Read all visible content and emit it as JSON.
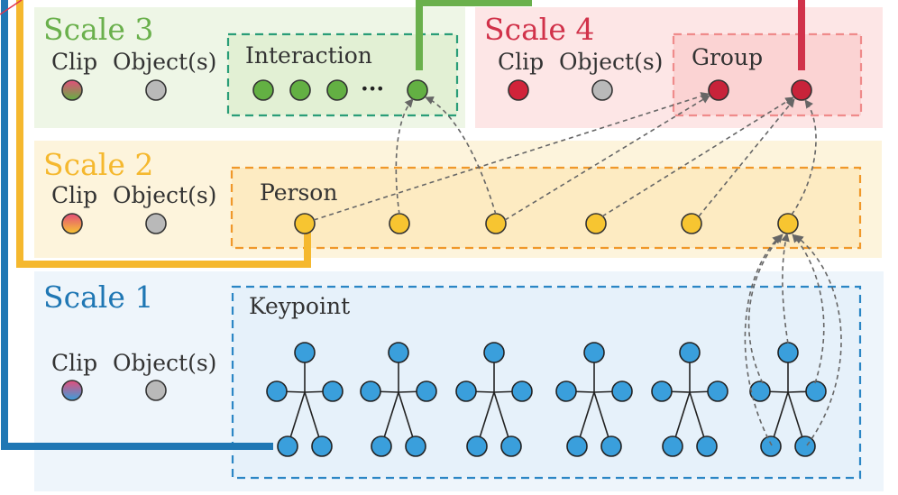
{
  "scales": {
    "s1": {
      "title": "Scale 1",
      "clip": "Clip",
      "objects": "Object(s)",
      "group_label": "Keypoint",
      "color": "#1f77b4"
    },
    "s2": {
      "title": "Scale 2",
      "clip": "Clip",
      "objects": "Object(s)",
      "group_label": "Person",
      "color": "#f5b82e"
    },
    "s3": {
      "title": "Scale 3",
      "clip": "Clip",
      "objects": "Object(s)",
      "group_label": "Interaction",
      "ellipsis": "···",
      "color": "#6ab04c"
    },
    "s4": {
      "title": "Scale 4",
      "clip": "Clip",
      "objects": "Object(s)",
      "group_label": "Group",
      "color": "#d1324a"
    }
  },
  "colors": {
    "keypoint_node": "#3a9fdc",
    "person_node": "#f7c531",
    "interaction_node": "#63b043",
    "group_node": "#c8233a",
    "object_node": "#b9b9b9",
    "scale1_bg": "#eef5fb",
    "scale2_bg": "#fdf4dc",
    "scale3_bg": "#eef6e6",
    "scale4_bg": "#fde6e6"
  },
  "counts": {
    "persons": 6,
    "interaction_nodes": 4
  }
}
